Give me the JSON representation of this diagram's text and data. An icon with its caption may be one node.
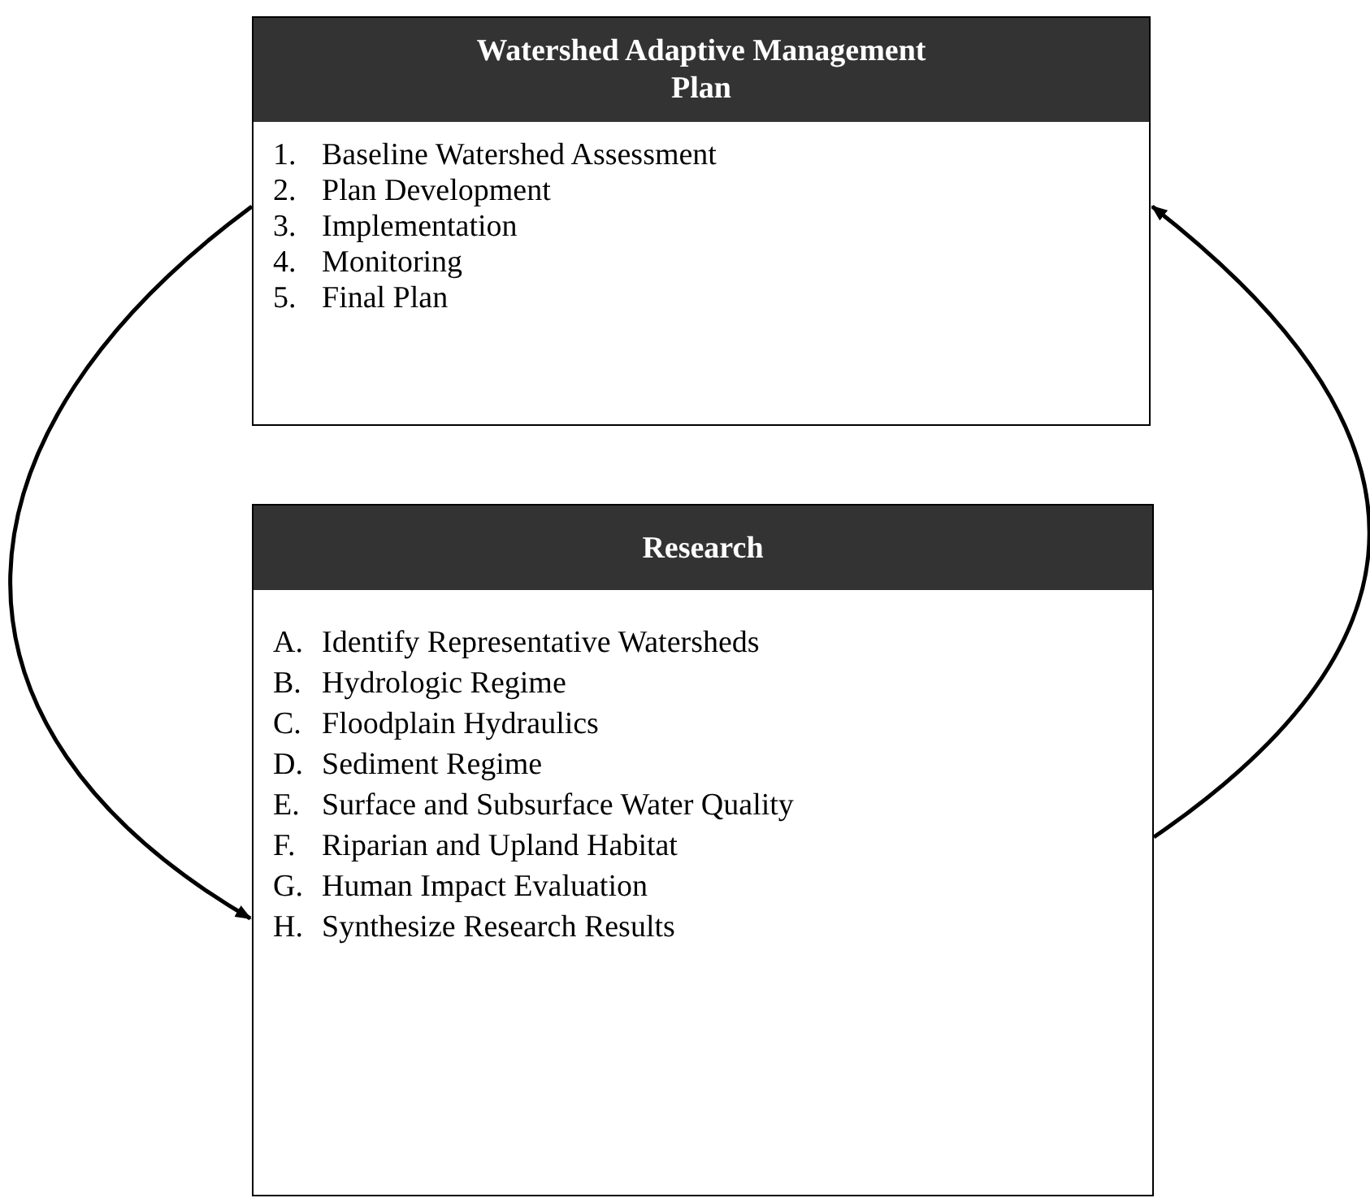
{
  "diagram": {
    "nodes": [
      {
        "text": [
          "Watershed Adaptive Management Plan",
          "1.",
          "Baseline Watershed Assessment",
          "2.",
          "Plan Development",
          "3.",
          "Implementation",
          "4.",
          "Monitoring",
          "5.",
          "Final Plan"
        ]
      },
      {
        "text": [
          "Research",
          "A.",
          "Identify Representative Watersheds",
          "B.",
          "Hydrologic Regime",
          "C.",
          "Floodplain Hydraulics",
          "D.",
          "Sediment Regime",
          "E.",
          "Surface and Subsurface Water Quality",
          "F.",
          "Riparian and Upland Habitat",
          "G.",
          "Human Impact Evaluation",
          "H.",
          "Synthesize Research Results"
        ]
      }
    ],
    "edges": [
      {
        "from": 0,
        "to": 1,
        "arrow": "to"
      },
      {
        "from": 1,
        "to": 0,
        "arrow": "to"
      }
    ]
  }
}
